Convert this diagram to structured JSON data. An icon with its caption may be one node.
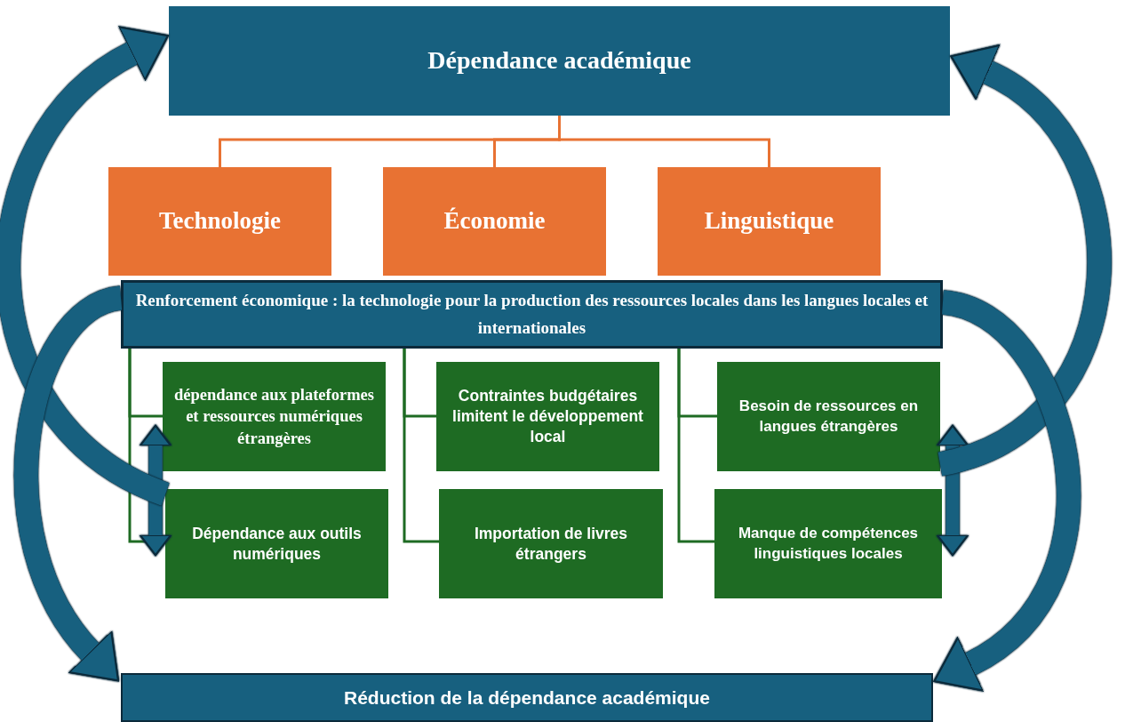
{
  "diagram": {
    "nodes": [
      {
        "text": [
          "Dépendance académique"
        ]
      },
      {
        "text": [
          "Technologie"
        ]
      },
      {
        "text": [
          "Économie"
        ]
      },
      {
        "text": [
          "Linguistique"
        ]
      },
      {
        "text": [
          "Renforcement économique : la technologie pour la production des ressources locales dans les langues locales et internationales"
        ]
      },
      {
        "text": [
          "dépendance aux plateformes et ressources numériques étrangères"
        ]
      },
      {
        "text": [
          "Dépendance aux outils numériques"
        ]
      },
      {
        "text": [
          "Contraintes budgétaires limitent le développement local"
        ]
      },
      {
        "text": [
          "Importation de livres étrangers"
        ]
      },
      {
        "text": [
          "Besoin de ressources en langues étrangères"
        ]
      },
      {
        "text": [
          "Manque de compétences linguistiques locales"
        ]
      },
      {
        "text": [
          "Réduction de la dépendance académique"
        ]
      }
    ],
    "edges": [
      {
        "from": 0,
        "to": 1,
        "arrow": "none",
        "color": "#e87233"
      },
      {
        "from": 0,
        "to": 2,
        "arrow": "none",
        "color": "#e87233"
      },
      {
        "from": 0,
        "to": 3,
        "arrow": "none",
        "color": "#e87233"
      },
      {
        "from": 4,
        "to": 5,
        "arrow": "none",
        "color": "#1e6b23"
      },
      {
        "from": 4,
        "to": 6,
        "arrow": "none",
        "color": "#1e6b23"
      },
      {
        "from": 4,
        "to": 7,
        "arrow": "none",
        "color": "#1e6b23"
      },
      {
        "from": 4,
        "to": 8,
        "arrow": "none",
        "color": "#1e6b23"
      },
      {
        "from": 4,
        "to": 9,
        "arrow": "none",
        "color": "#1e6b23"
      },
      {
        "from": 4,
        "to": 10,
        "arrow": "none",
        "color": "#1e6b23"
      },
      {
        "from": 5,
        "to": 6,
        "arrow": "both",
        "style": "thick",
        "color": "#17607f"
      },
      {
        "from": 9,
        "to": 10,
        "arrow": "both",
        "style": "thick",
        "color": "#17607f"
      },
      {
        "from": 6,
        "to": 0,
        "arrow": "to",
        "style": "thick",
        "color": "#17607f"
      },
      {
        "from": 4,
        "to": 11,
        "arrow": "to",
        "style": "thick",
        "color": "#17607f"
      },
      {
        "from": 9,
        "to": 0,
        "arrow": "to",
        "style": "thick",
        "color": "#17607f"
      },
      {
        "from": 4,
        "to": 11,
        "arrow": "to",
        "style": "thick",
        "color": "#17607f"
      }
    ]
  }
}
